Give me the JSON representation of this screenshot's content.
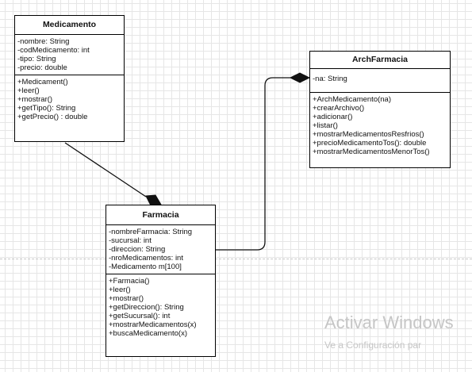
{
  "classes": {
    "medicamento": {
      "name": "Medicamento",
      "attributes": [
        "-nombre: String",
        "-codMedicamento: int",
        "-tipo: String",
        "-precio: double"
      ],
      "methods": [
        "+Medicament()",
        "+leer()",
        "+mostrar()",
        "+getTipo(): String",
        "+getPrecio() : double"
      ]
    },
    "archfarmacia": {
      "name": "ArchFarmacia",
      "attributes": [
        "-na: String"
      ],
      "methods": [
        "+ArchMedicamento(na)",
        "+crearArchivo()",
        "+adicionar()",
        "+listar()",
        "+mostrarMedicamentosResfrios()",
        "+precioMedicamentoTos(): double",
        "+mostrarMedicamentosMenorTos()"
      ]
    },
    "farmacia": {
      "name": "Farmacia",
      "attributes": [
        "-nombreFarmacia: String",
        "-sucursal: int",
        "-direccion: String",
        "-nroMedicamentos: int",
        "-Medicamento m[100]"
      ],
      "methods": [
        "+Farmacia()",
        "+leer()",
        "+mostrar()",
        "+getDireccion(): String",
        "+getSucursal(): int",
        "+mostrarMedicamentos(x)",
        "+buscaMedicamento(x)"
      ]
    }
  },
  "watermark": {
    "line1": "Activar Windows",
    "line2": "Ve a Configuración par"
  }
}
